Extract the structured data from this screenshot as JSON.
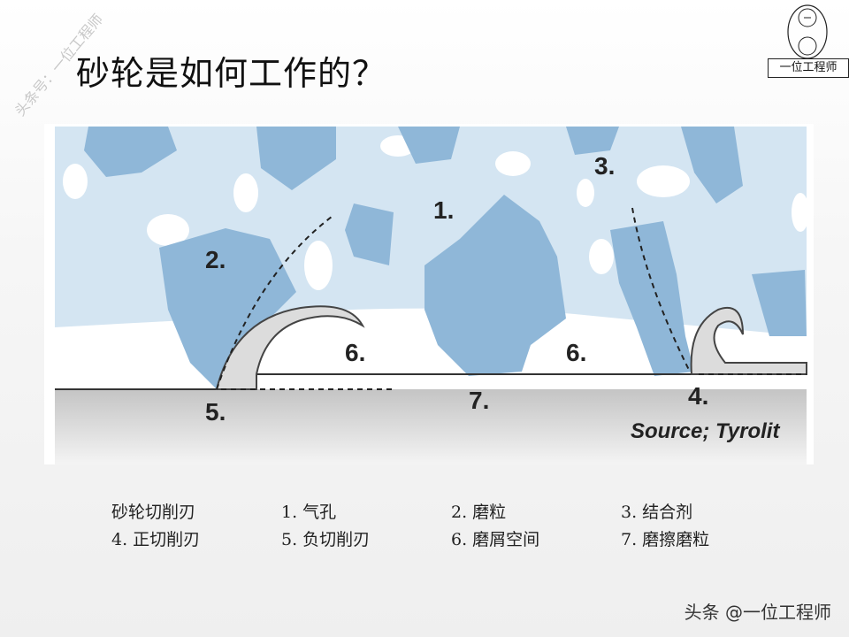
{
  "title": "砂轮是如何工作的？",
  "watermark": "头条号：一位工程师",
  "logo": {
    "label": "一位工程师"
  },
  "diagram": {
    "labels": [
      "1.",
      "2.",
      "3.",
      "4.",
      "5.",
      "6.",
      "6.",
      "7."
    ],
    "source": "Source; Tyrolit",
    "colors": {
      "bond": "#d4e5f2",
      "grain": "#8fb7d8",
      "pore": "#ffffff",
      "workpiece": "#c8c8c8",
      "chip": "#dcdcdc"
    }
  },
  "legend": [
    "砂轮切削刃",
    "1. 气孔",
    "2. 磨粒",
    "3. 结合剂",
    "4. 正切削刃",
    "5. 负切削刃",
    "6. 磨屑空间",
    "7. 磨擦磨粒"
  ],
  "footer": "头条 @一位工程师"
}
